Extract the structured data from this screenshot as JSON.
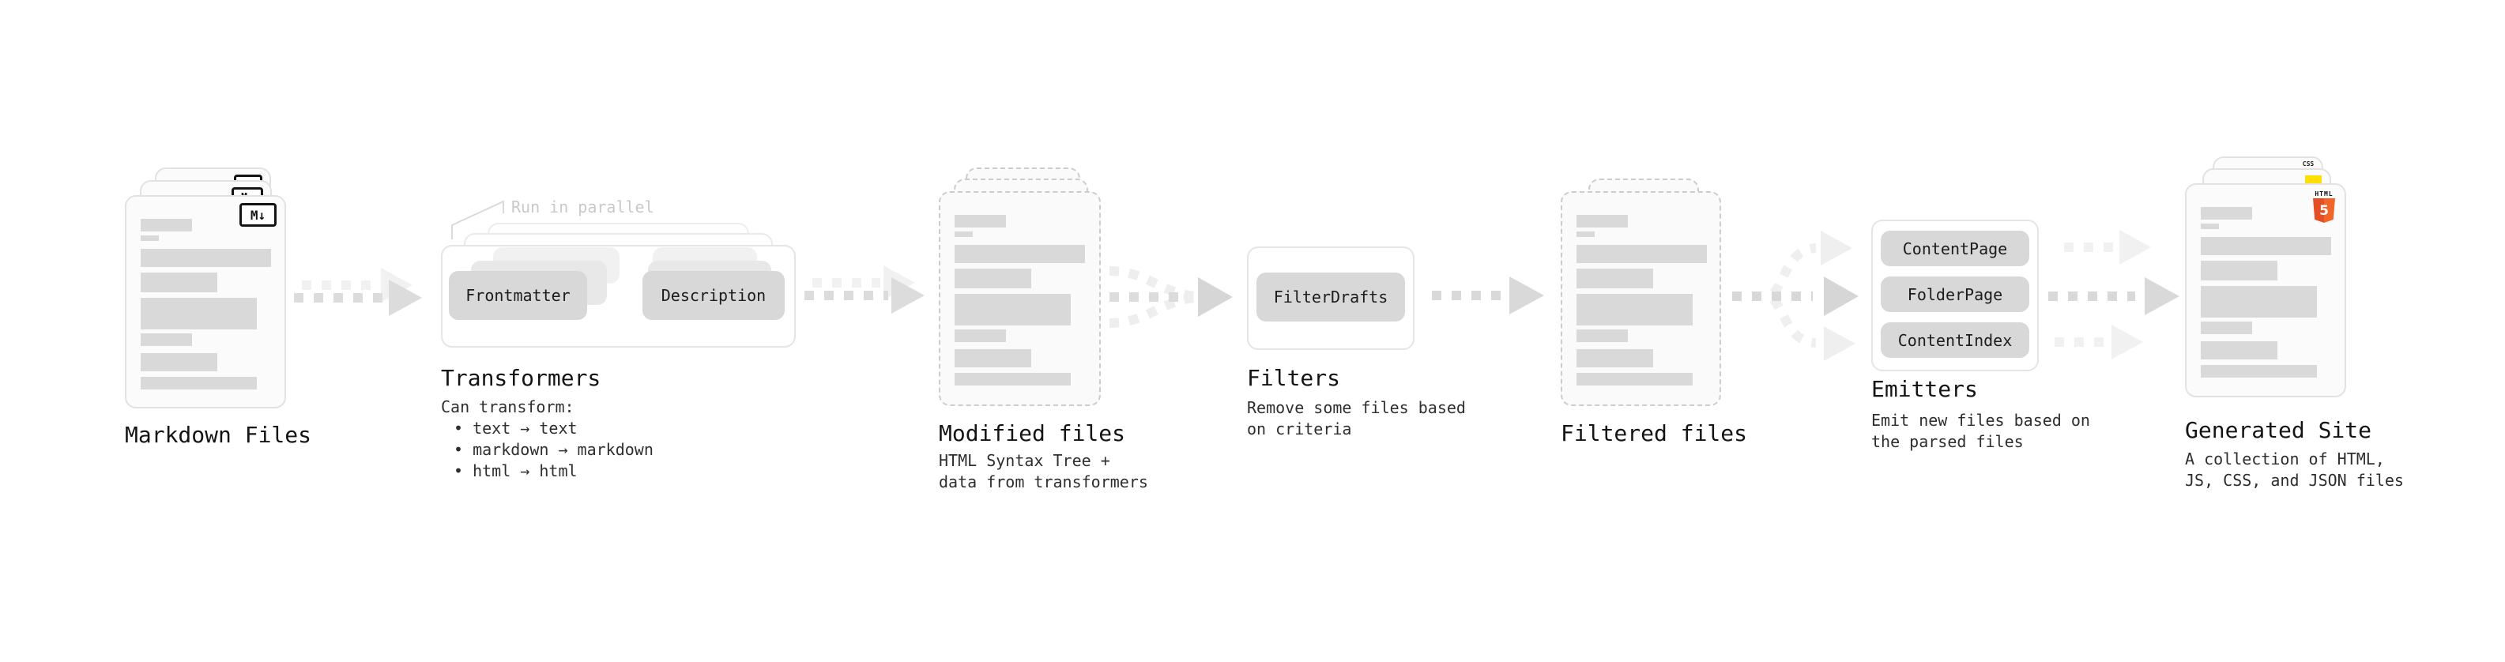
{
  "stages": [
    {
      "label": "Markdown Files"
    },
    {
      "label": "Transformers",
      "annotation": "Run in parallel",
      "pills": [
        "Frontmatter",
        "Description"
      ],
      "desc": [
        "Can transform:",
        "• text → text",
        "• markdown → markdown",
        "• html → html"
      ]
    },
    {
      "label": "Modified files",
      "desc": [
        "HTML Syntax Tree +",
        "data from transformers"
      ]
    },
    {
      "label": "Filters",
      "pills": [
        "FilterDrafts"
      ],
      "desc": [
        "Remove some files based",
        "on criteria"
      ]
    },
    {
      "label": "Filtered files"
    },
    {
      "label": "Emitters",
      "pills": [
        "ContentPage",
        "FolderPage",
        "ContentIndex"
      ],
      "desc": [
        "Emit new files based on",
        "the parsed files"
      ]
    },
    {
      "label": "Generated Site",
      "desc": [
        "A collection of HTML,",
        "JS, CSS, and JSON files"
      ]
    }
  ],
  "icons": {
    "markdown_badge": "M↓",
    "html5_wordmark": "HTML",
    "html5_five": "5",
    "css_badge": "CSS"
  },
  "colors": {
    "html5_orange": "#e44d26",
    "js_yellow": "#ffdf00",
    "css_blue": "#2965f1",
    "bar_gray": "#d9d9d9",
    "arrow_main": "#dcdcdc",
    "arrow_light": "#f0f0f0"
  }
}
